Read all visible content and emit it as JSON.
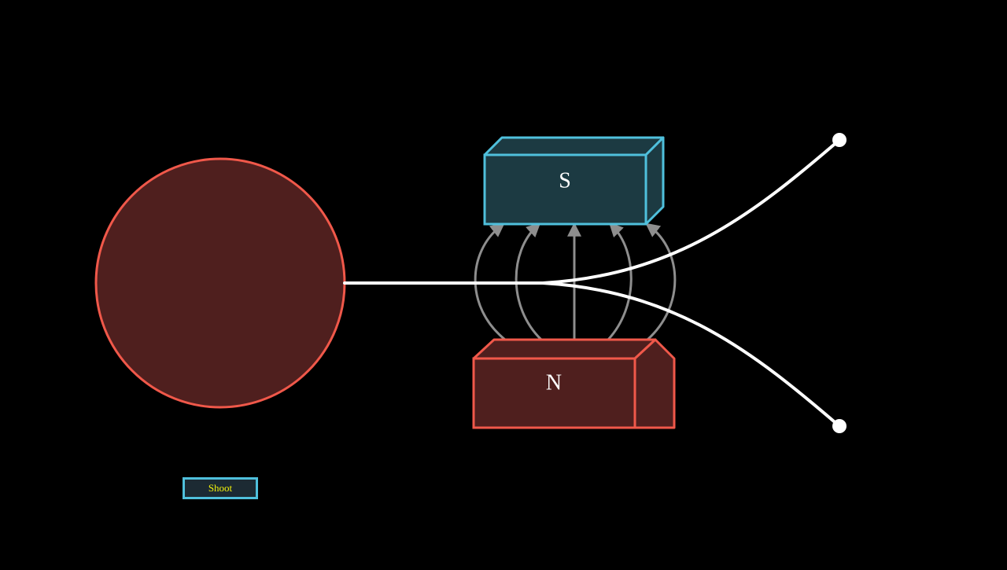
{
  "magnets": {
    "top_label": "S",
    "bottom_label": "N"
  },
  "controls": {
    "shoot_label": "Shoot"
  },
  "colors": {
    "background": "#000000",
    "source_fill": "#4f1f1e",
    "source_stroke": "#f0584a",
    "south_fill": "#1c3a42",
    "south_stroke": "#4fc0dc",
    "north_fill": "#4f1f1e",
    "north_stroke": "#f0584a",
    "field_lines": "#8e8e8e",
    "beam": "#ffffff",
    "button_text": "#f2f20a"
  }
}
